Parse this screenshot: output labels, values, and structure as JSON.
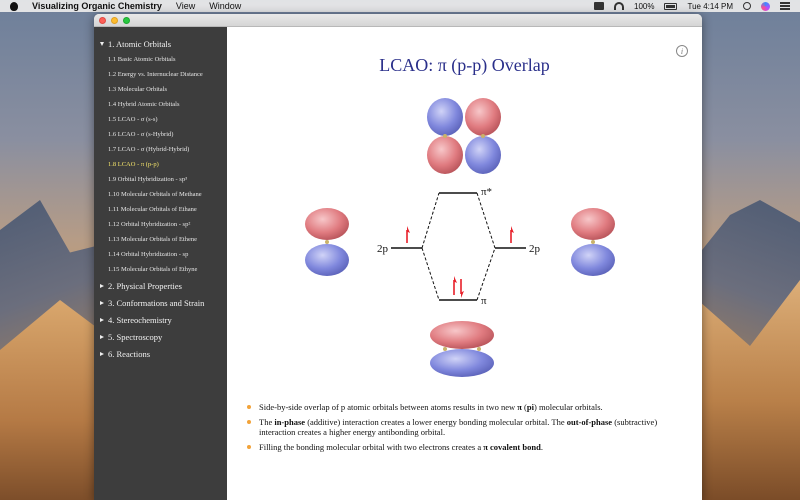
{
  "menubar": {
    "app_name": "Visualizing Organic Chemistry",
    "menus": [
      "View",
      "Window"
    ],
    "battery": "100%",
    "time": "Tue 4:14 PM"
  },
  "sidebar": {
    "sections": [
      {
        "label": "1. Atomic Orbitals",
        "expanded": true,
        "items": [
          "1.1 Basic Atomic Orbitals",
          "1.2 Energy vs. Internuclear Distance",
          "1.3 Molecular Orbitals",
          "1.4 Hybrid Atomic Orbitals",
          "1.5 LCAO - σ (s-s)",
          "1.6 LCAO - σ (s-Hybrid)",
          "1.7 LCAO - σ (Hybrid-Hybrid)",
          "1.8 LCAO - π (p-p)",
          "1.9 Orbital Hybridization - sp³",
          "1.10 Molecular Orbitals of Methane",
          "1.11 Molecular Orbitals of Ethane",
          "1.12 Orbital Hybridization - sp²",
          "1.13 Molecular Orbitals of Ethene",
          "1.14 Orbital Hybridization - sp",
          "1.15 Molecular Orbitals of Ethyne"
        ],
        "active_index": 7
      },
      {
        "label": "2. Physical Properties",
        "expanded": false
      },
      {
        "label": "3. Conformations and Strain",
        "expanded": false
      },
      {
        "label": "4. Stereochemistry",
        "expanded": false
      },
      {
        "label": "5. Spectroscopy",
        "expanded": false
      },
      {
        "label": "6. Reactions",
        "expanded": false
      }
    ]
  },
  "content": {
    "title": "LCAO: π (p-p) Overlap",
    "info_symbol": "i",
    "diagram": {
      "left_level_label": "2p",
      "right_level_label": "2p",
      "antibonding_label": "π*",
      "bonding_label": "π"
    },
    "colors": {
      "phase_positive": "#e07b80",
      "phase_negative": "#8088dd",
      "electron": "#e8202a",
      "title": "#2a2f8a",
      "bullet": "#f2a33a",
      "sidebar_bg": "#3d3d3d",
      "sidebar_active": "#f3e36a"
    },
    "bullets": [
      {
        "t1": "Side-by-side overlap of p atomic orbitals between atoms results in two new ",
        "b1": "π",
        "t2": " (",
        "b2": "pi",
        "t3": ") molecular orbitals."
      },
      {
        "t1": "The ",
        "b1": "in-phase",
        "t2": " (additive) interaction creates a lower energy bonding molecular orbital. The ",
        "b2": "out-of-phase",
        "t3": " (subtractive) interaction creates a higher energy antibonding orbital."
      },
      {
        "t1": "Filling the bonding molecular orbital with two electrons creates a ",
        "b1": "π covalent bond",
        "t2": ".",
        "b2": "",
        "t3": ""
      }
    ]
  }
}
